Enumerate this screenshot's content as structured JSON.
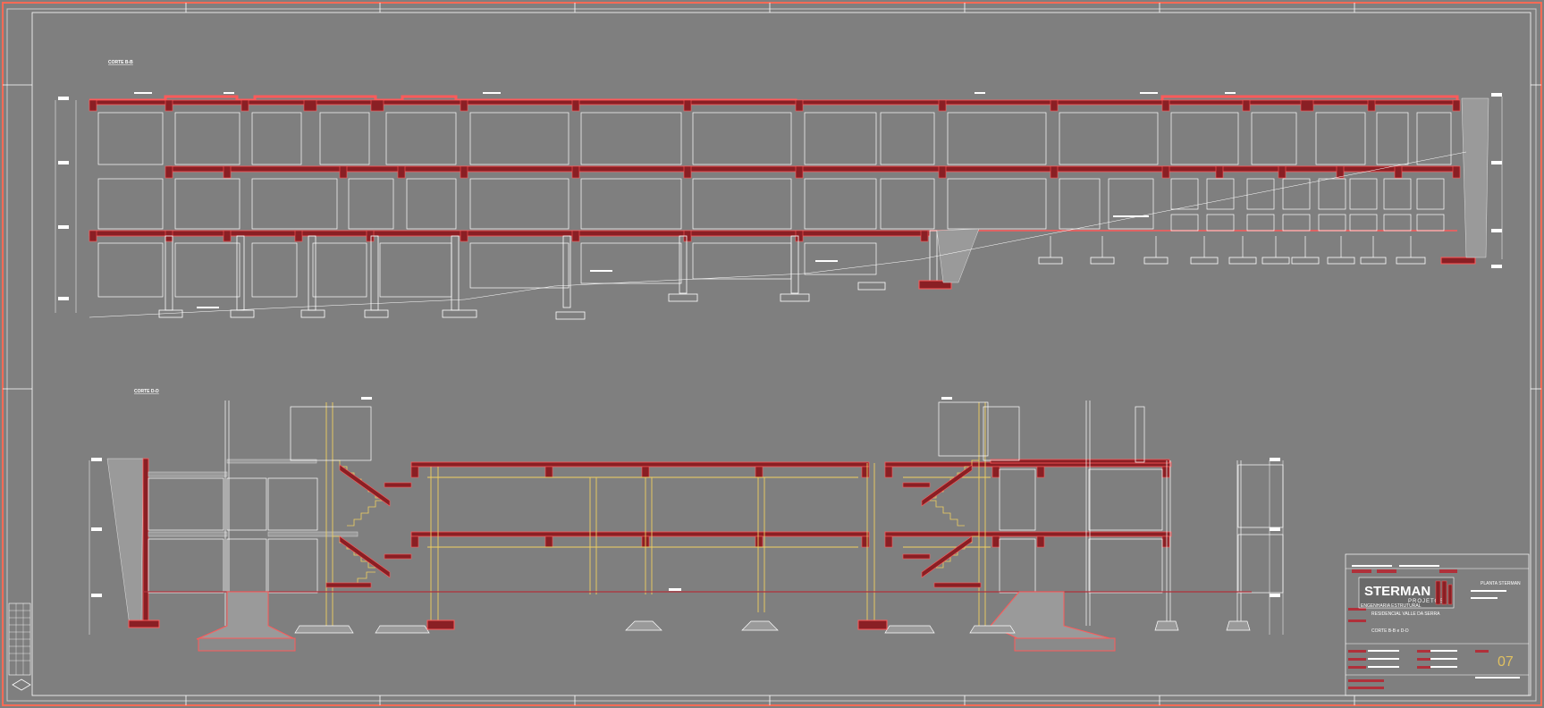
{
  "drawing": {
    "section_top_title": "CORTE B-B",
    "section_bottom_title": "CORTE D-D",
    "colors": {
      "background": "#7f7f7f",
      "slab_fill": "#8a1f24",
      "slab_edge": "#ff5a5a",
      "lines": "#ffffff",
      "yellow": "#f0d060",
      "frame": "#ff6a55"
    }
  },
  "title_block": {
    "company": "STERMAN",
    "company_sub": "PROJETOS",
    "company_tag": "ENGENHARIA  ESTRUTURAL",
    "project": "RESIDENCIAL VALLE DA SERRA",
    "drawing_title": "CORTE B-B e D-D",
    "plan_label": "PLANTA STERMAN",
    "sheet_number": "07"
  }
}
